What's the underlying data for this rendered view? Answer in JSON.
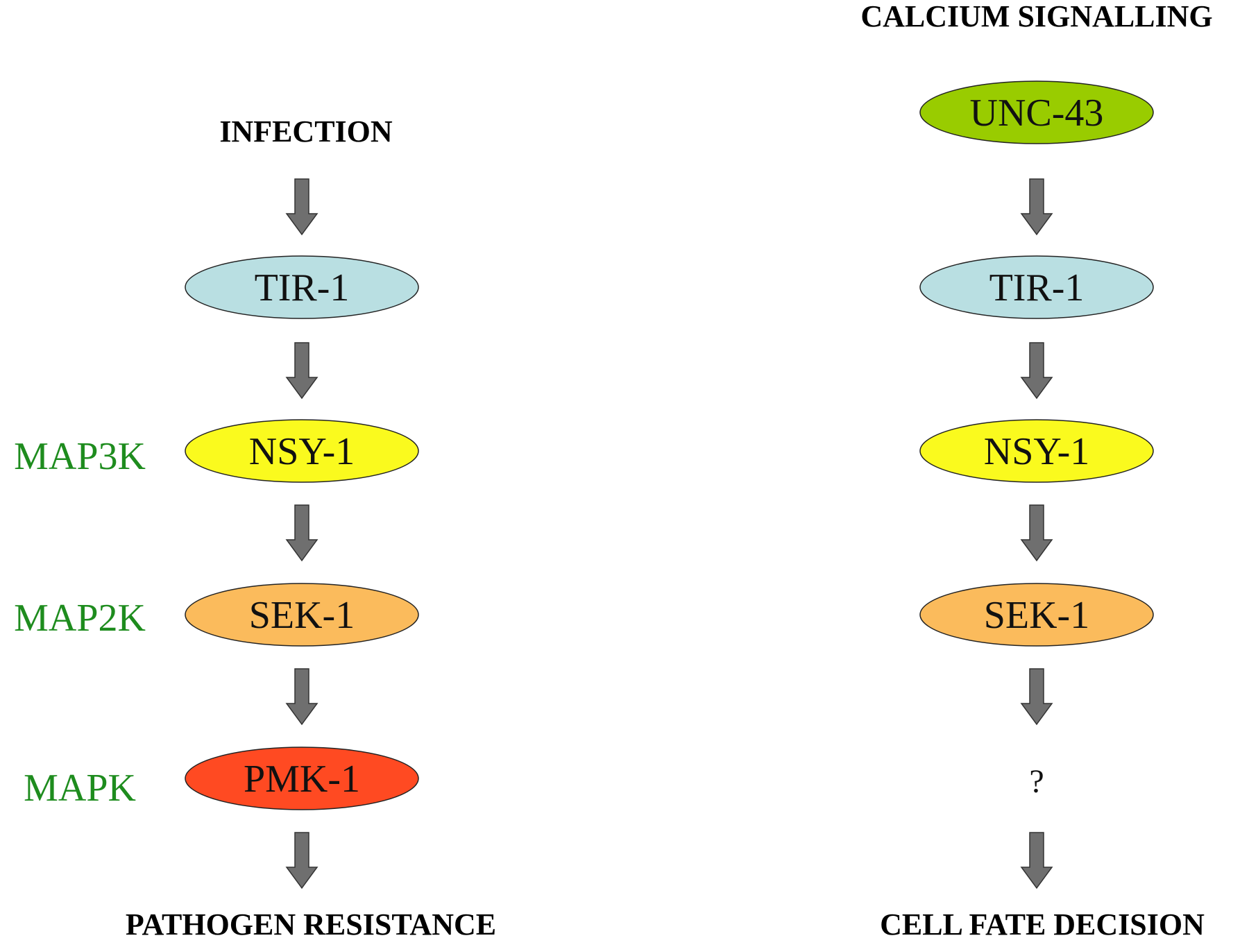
{
  "left_pathway": {
    "top_label": "INFECTION",
    "nodes": [
      {
        "label": "TIR-1",
        "color": "#b9dfe2"
      },
      {
        "label": "NSY-1",
        "color": "#fafa1e"
      },
      {
        "label": "SEK-1",
        "color": "#fbbb5c"
      },
      {
        "label": "PMK-1",
        "color": "#ff4a22"
      }
    ],
    "bottom_label": "PATHOGEN RESISTANCE"
  },
  "right_pathway": {
    "top_label": "CALCIUM SIGNALLING",
    "nodes": [
      {
        "label": "UNC-43",
        "color": "#99cc00"
      },
      {
        "label": "TIR-1",
        "color": "#b9dfe2"
      },
      {
        "label": "NSY-1",
        "color": "#fafa1e"
      },
      {
        "label": "SEK-1",
        "color": "#fbbb5c"
      }
    ],
    "unknown_marker": "?",
    "bottom_label": "CELL FATE DECISION"
  },
  "kinase_tiers": [
    "MAP3K",
    "MAP2K",
    "MAPK"
  ],
  "colors": {
    "tier_text": "#1e8c1e",
    "arrow_fill": "#6f6f6f",
    "arrow_stroke": "#333333"
  }
}
